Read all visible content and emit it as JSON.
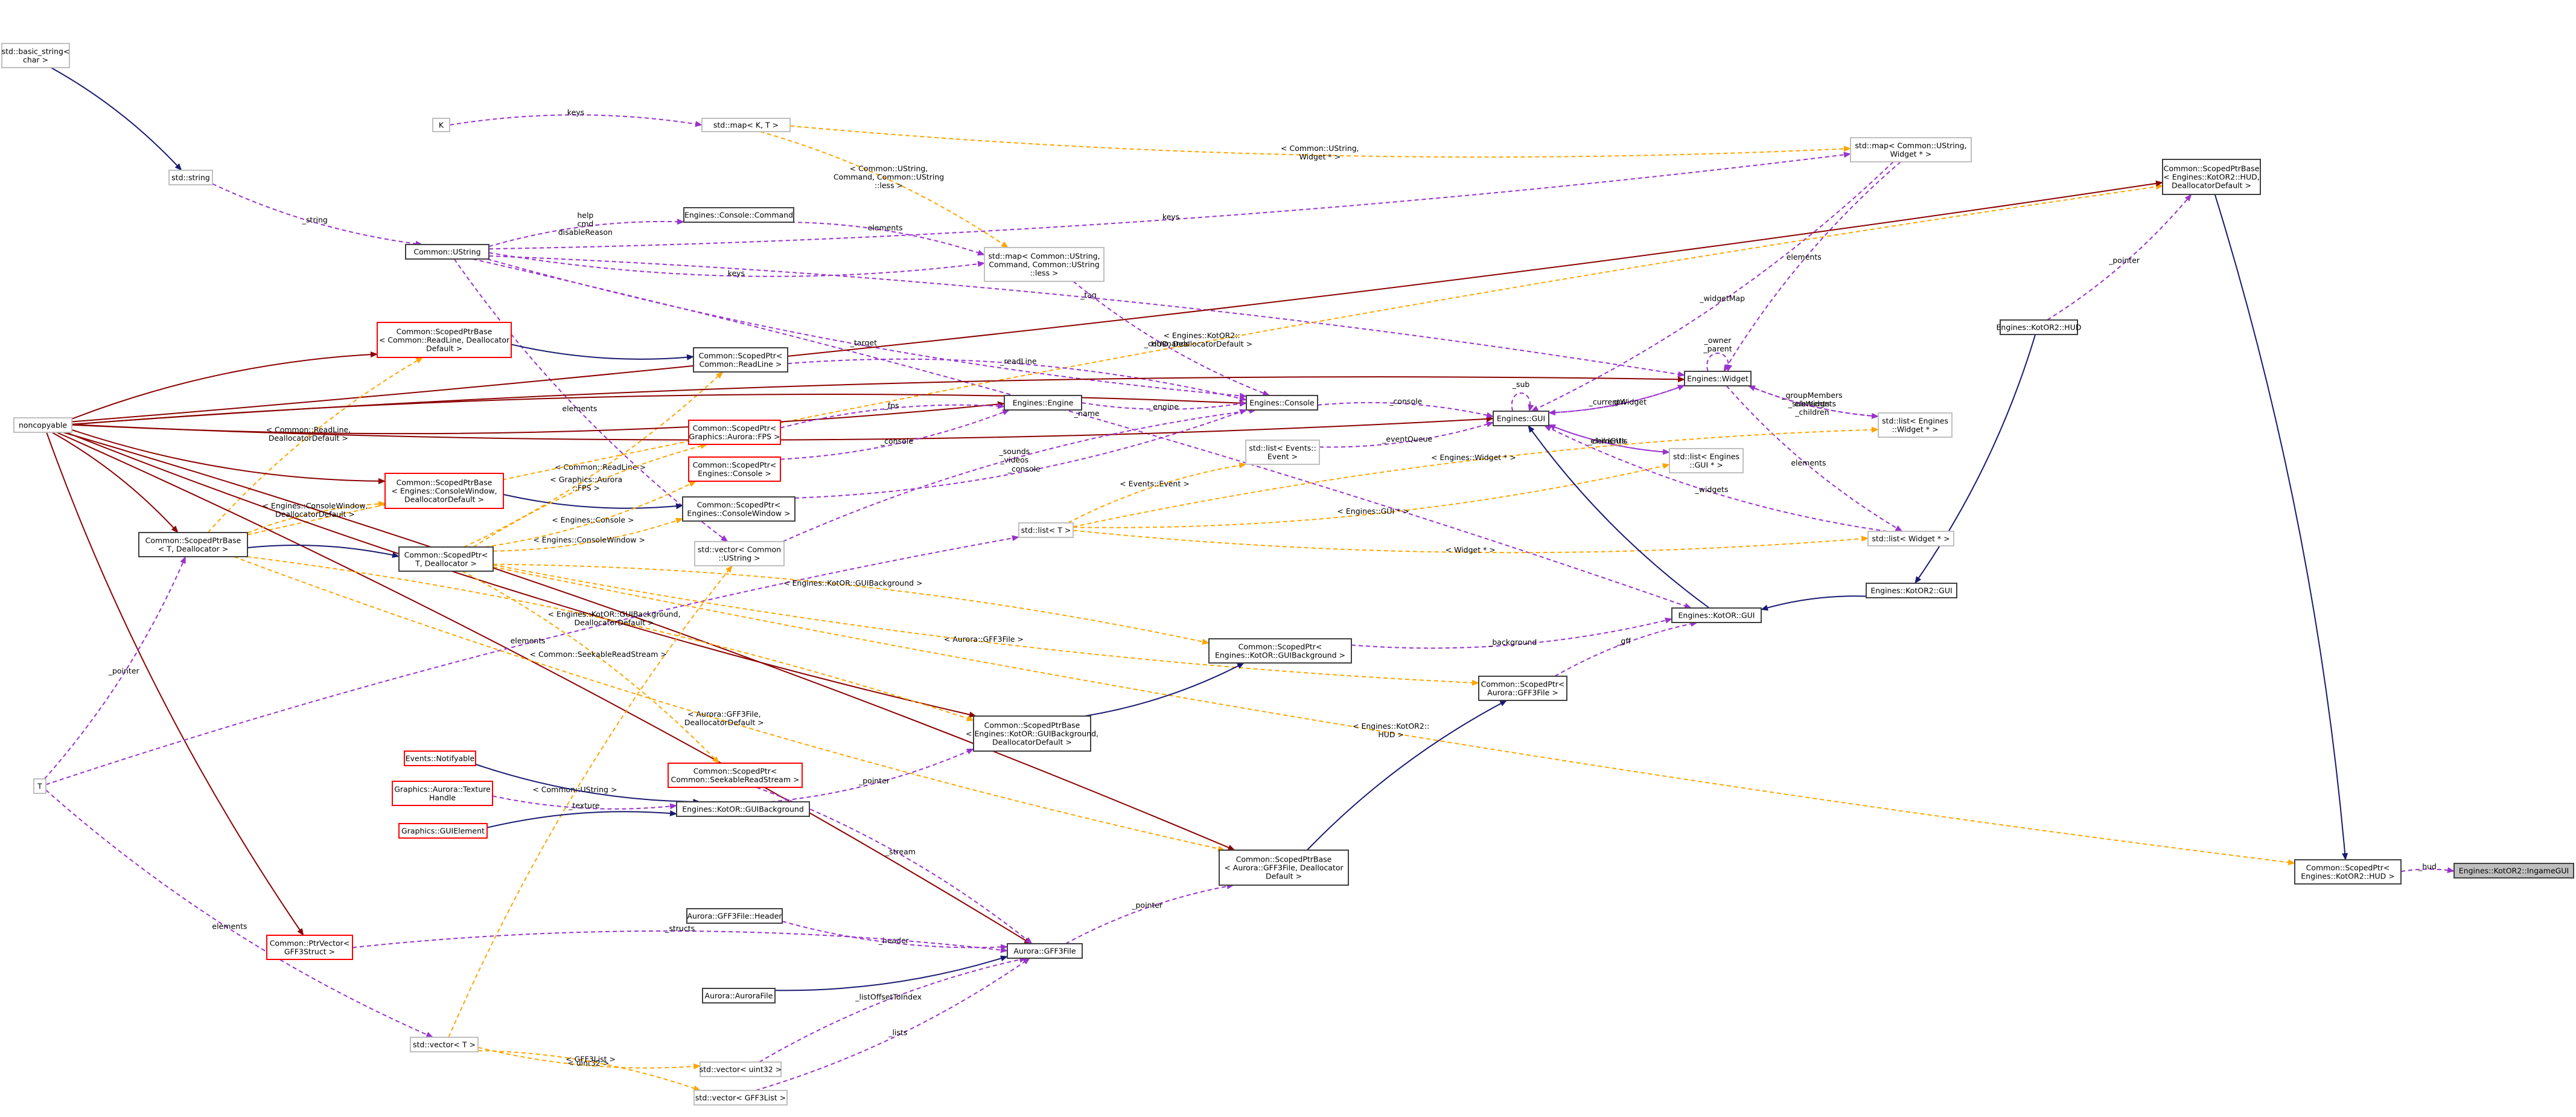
{
  "colors": {
    "node_normal": "#404040",
    "node_undocumented": "#bfbfbf",
    "node_truncated": "#ff0000",
    "node_focus_fill": "#bfbfbf",
    "edge_inherit": "#191970",
    "edge_usage": "#9a32cd",
    "edge_template": "#ffa500",
    "edge_protected": "#8b0000"
  },
  "nodes": [
    {
      "id": "basic_string",
      "lines": [
        "std::basic_string<",
        "char >"
      ],
      "style": "undoc"
    },
    {
      "id": "std_string",
      "lines": [
        "std::string"
      ],
      "style": "undoc"
    },
    {
      "id": "K",
      "lines": [
        "K"
      ],
      "style": "undoc"
    },
    {
      "id": "std_map_kt",
      "lines": [
        "std::map< K, T >"
      ],
      "style": "undoc"
    },
    {
      "id": "console_command",
      "lines": [
        "Engines::Console::Command"
      ],
      "style": "normal"
    },
    {
      "id": "ustring",
      "lines": [
        "Common::UString"
      ],
      "style": "normal"
    },
    {
      "id": "std_map_cmd",
      "lines": [
        "std::map< Common::UString,",
        "Command, Common::UString",
        "::less >"
      ],
      "style": "undoc"
    },
    {
      "id": "std_map_widget",
      "lines": [
        "std::map< Common::UString,",
        "Widget * >"
      ],
      "style": "undoc"
    },
    {
      "id": "sp_hud_base",
      "lines": [
        "Common::ScopedPtrBase",
        "< Engines::KotOR2::HUD,",
        "DeallocatorDefault >"
      ],
      "style": "normal"
    },
    {
      "id": "sp_readline_base",
      "lines": [
        "Common::ScopedPtrBase",
        "< Common::ReadLine, Deallocator",
        "Default >"
      ],
      "style": "trunc"
    },
    {
      "id": "sp_readline",
      "lines": [
        "Common::ScopedPtr<",
        "Common::ReadLine >"
      ],
      "style": "normal"
    },
    {
      "id": "noncopyable",
      "lines": [
        "noncopyable"
      ],
      "style": "undoc"
    },
    {
      "id": "engine",
      "lines": [
        "Engines::Engine"
      ],
      "style": "normal"
    },
    {
      "id": "console",
      "lines": [
        "Engines::Console"
      ],
      "style": "normal"
    },
    {
      "id": "gui",
      "lines": [
        "Engines::GUI"
      ],
      "style": "normal"
    },
    {
      "id": "widget",
      "lines": [
        "Engines::Widget"
      ],
      "style": "normal"
    },
    {
      "id": "kotor2_hud",
      "lines": [
        "Engines::KotOR2::HUD"
      ],
      "style": "normal"
    },
    {
      "id": "sp_fps",
      "lines": [
        "Common::ScopedPtr<",
        "Graphics::Aurora::FPS >"
      ],
      "style": "trunc"
    },
    {
      "id": "sp_console",
      "lines": [
        "Common::ScopedPtr<",
        "Engines::Console >"
      ],
      "style": "trunc"
    },
    {
      "id": "list_event",
      "lines": [
        "std::list< Events::",
        "Event >"
      ],
      "style": "undoc"
    },
    {
      "id": "list_gui",
      "lines": [
        "std::list< Engines",
        "::GUI * >"
      ],
      "style": "undoc"
    },
    {
      "id": "list_widgetp",
      "lines": [
        "std::list< Engines",
        "::Widget * >"
      ],
      "style": "undoc"
    },
    {
      "id": "sp_cw_base",
      "lines": [
        "Common::ScopedPtrBase",
        "< Engines::ConsoleWindow,",
        "DeallocatorDefault >"
      ],
      "style": "trunc"
    },
    {
      "id": "sp_cw",
      "lines": [
        "Common::ScopedPtr<",
        "Engines::ConsoleWindow >"
      ],
      "style": "normal"
    },
    {
      "id": "sp_base_t",
      "lines": [
        "Common::ScopedPtrBase",
        "< T, Deallocator >"
      ],
      "style": "normal"
    },
    {
      "id": "sp_t",
      "lines": [
        "Common::ScopedPtr<",
        "T, Deallocator >"
      ],
      "style": "normal"
    },
    {
      "id": "vec_ustring",
      "lines": [
        "std::vector< Common",
        "::UString >"
      ],
      "style": "undoc"
    },
    {
      "id": "list_t",
      "lines": [
        "std::list< T >"
      ],
      "style": "undoc"
    },
    {
      "id": "list_widget",
      "lines": [
        "std::list< Widget * >"
      ],
      "style": "undoc"
    },
    {
      "id": "kotor2_gui",
      "lines": [
        "Engines::KotOR2::GUI"
      ],
      "style": "normal"
    },
    {
      "id": "kotor_gui",
      "lines": [
        "Engines::KotOR::GUI"
      ],
      "style": "normal"
    },
    {
      "id": "sp_guibg",
      "lines": [
        "Common::ScopedPtr<",
        "Engines::KotOR::GUIBackground >"
      ],
      "style": "normal"
    },
    {
      "id": "sp_gff3",
      "lines": [
        "Common::ScopedPtr<",
        "Aurora::GFF3File >"
      ],
      "style": "normal"
    },
    {
      "id": "sp_guibg_base",
      "lines": [
        "Common::ScopedPtrBase",
        "< Engines::KotOR::GUIBackground,",
        "DeallocatorDefault >"
      ],
      "style": "normal"
    },
    {
      "id": "T",
      "lines": [
        "T"
      ],
      "style": "undoc"
    },
    {
      "id": "notifyable",
      "lines": [
        "Events::Notifyable"
      ],
      "style": "trunc"
    },
    {
      "id": "sp_srs",
      "lines": [
        "Common::ScopedPtr<",
        "Common::SeekableReadStream >"
      ],
      "style": "trunc"
    },
    {
      "id": "texture_handle",
      "lines": [
        "Graphics::Aurora::Texture",
        "Handle"
      ],
      "style": "trunc"
    },
    {
      "id": "guibackground",
      "lines": [
        "Engines::KotOR::GUIBackground"
      ],
      "style": "normal"
    },
    {
      "id": "guielement",
      "lines": [
        "Graphics::GUIElement"
      ],
      "style": "trunc"
    },
    {
      "id": "sp_gff3_base",
      "lines": [
        "Common::ScopedPtrBase",
        "< Aurora::GFF3File, Deallocator",
        "Default >"
      ],
      "style": "normal"
    },
    {
      "id": "sp_hud",
      "lines": [
        "Common::ScopedPtr<",
        "Engines::KotOR2::HUD >"
      ],
      "style": "normal"
    },
    {
      "id": "ingamegui",
      "lines": [
        "Engines::KotOR2::IngameGUI"
      ],
      "style": "focus"
    },
    {
      "id": "gff3_header",
      "lines": [
        "Aurora::GFF3File::Header"
      ],
      "style": "normal"
    },
    {
      "id": "ptrvector",
      "lines": [
        "Common::PtrVector<",
        "GFF3Struct >"
      ],
      "style": "trunc"
    },
    {
      "id": "gff3file",
      "lines": [
        "Aurora::GFF3File"
      ],
      "style": "normal"
    },
    {
      "id": "aurorafile",
      "lines": [
        "Aurora::AuroraFile"
      ],
      "style": "normal"
    },
    {
      "id": "vec_t",
      "lines": [
        "std::vector< T >"
      ],
      "style": "undoc"
    },
    {
      "id": "vec_uint32",
      "lines": [
        "std::vector< uint32 >"
      ],
      "style": "undoc"
    },
    {
      "id": "vec_gff3list",
      "lines": [
        "std::vector< GFF3List >"
      ],
      "style": "undoc"
    }
  ],
  "edges": [
    {
      "from": "basic_string",
      "to": "std_string",
      "kind": "inherit",
      "lines": []
    },
    {
      "from": "std_string",
      "to": "ustring",
      "kind": "usage",
      "lines": [
        "_string"
      ]
    },
    {
      "from": "K",
      "to": "std_map_kt",
      "kind": "usage",
      "lines": [
        "keys"
      ]
    },
    {
      "from": "ustring",
      "to": "std_map_widget",
      "kind": "usage",
      "lines": [
        "keys"
      ]
    },
    {
      "from": "ustring",
      "to": "console_command",
      "kind": "usage",
      "lines": [
        "help",
        "cmd",
        "disableReason"
      ]
    },
    {
      "from": "ustring",
      "to": "std_map_cmd",
      "kind": "usage",
      "lines": [
        "keys"
      ]
    },
    {
      "from": "ustring",
      "to": "widget",
      "kind": "usage",
      "lines": [
        "_tag"
      ]
    },
    {
      "from": "ustring",
      "to": "console",
      "kind": "usage",
      "lines": [
        "_target"
      ]
    },
    {
      "from": "ustring",
      "to": "kotor_gui",
      "kind": "usage",
      "lines": [
        "_name"
      ]
    },
    {
      "from": "ustring",
      "to": "vec_ustring",
      "kind": "usage",
      "lines": [
        "elements"
      ]
    },
    {
      "from": "std_map_kt",
      "to": "std_map_cmd",
      "kind": "template",
      "lines": [
        "< Common::UString,",
        "Command, Common::UString",
        "::less >"
      ]
    },
    {
      "from": "std_map_kt",
      "to": "std_map_widget",
      "kind": "template",
      "lines": [
        "< Common::UString,",
        "Widget * >"
      ]
    },
    {
      "from": "console_command",
      "to": "std_map_cmd",
      "kind": "usage",
      "lines": [
        "elements"
      ]
    },
    {
      "from": "std_map_cmd",
      "to": "console",
      "kind": "usage",
      "lines": [
        "_commands"
      ]
    },
    {
      "from": "std_map_widget",
      "to": "gui",
      "kind": "usage",
      "lines": [
        "_widgetMap"
      ]
    },
    {
      "from": "std_map_widget",
      "to": "widget",
      "kind": "usage",
      "lines": [
        "elements"
      ]
    },
    {
      "from": "sp_base_t",
      "to": "sp_hud_base",
      "kind": "template",
      "lines": [
        "< Engines::KotOR2::",
        "HUD, DeallocatorDefault >"
      ]
    },
    {
      "from": "noncopyable",
      "to": "sp_hud_base",
      "kind": "protected",
      "lines": []
    },
    {
      "from": "sp_hud_base",
      "to": "sp_hud",
      "kind": "inherit",
      "lines": []
    },
    {
      "from": "kotor2_hud",
      "to": "sp_hud_base",
      "kind": "usage",
      "lines": [
        "_pointer"
      ]
    },
    {
      "from": "noncopyable",
      "to": "sp_readline_base",
      "kind": "protected",
      "lines": []
    },
    {
      "from": "sp_readline_base",
      "to": "sp_readline",
      "kind": "inherit",
      "lines": []
    },
    {
      "from": "sp_base_t",
      "to": "sp_readline_base",
      "kind": "template",
      "lines": [
        "< Common::ReadLine,",
        "DeallocatorDefault >"
      ]
    },
    {
      "from": "sp_t",
      "to": "sp_readline",
      "kind": "template",
      "lines": [
        "< Common::ReadLine >"
      ]
    },
    {
      "from": "sp_readline",
      "to": "console",
      "kind": "usage",
      "lines": [
        "_readLine"
      ]
    },
    {
      "from": "noncopyable",
      "to": "engine",
      "kind": "protected",
      "lines": []
    },
    {
      "from": "noncopyable",
      "to": "console",
      "kind": "protected",
      "lines": []
    },
    {
      "from": "noncopyable",
      "to": "gui",
      "kind": "protected",
      "lines": []
    },
    {
      "from": "noncopyable",
      "to": "widget",
      "kind": "protected",
      "lines": []
    },
    {
      "from": "noncopyable",
      "to": "sp_cw_base",
      "kind": "protected",
      "lines": []
    },
    {
      "from": "noncopyable",
      "to": "sp_base_t",
      "kind": "protected",
      "lines": []
    },
    {
      "from": "noncopyable",
      "to": "sp_guibg_base",
      "kind": "protected",
      "lines": []
    },
    {
      "from": "noncopyable",
      "to": "sp_gff3_base",
      "kind": "protected",
      "lines": []
    },
    {
      "from": "noncopyable",
      "to": "ptrvector",
      "kind": "protected",
      "lines": []
    },
    {
      "from": "noncopyable",
      "to": "gff3file",
      "kind": "protected",
      "lines": []
    },
    {
      "from": "engine",
      "to": "console",
      "kind": "usage",
      "lines": [
        "_engine"
      ]
    },
    {
      "from": "sp_fps",
      "to": "engine",
      "kind": "usage",
      "lines": [
        "_fps"
      ]
    },
    {
      "from": "sp_console",
      "to": "engine",
      "kind": "usage",
      "lines": [
        "_console"
      ]
    },
    {
      "from": "console",
      "to": "gui",
      "kind": "usage",
      "lines": [
        "_console"
      ]
    },
    {
      "from": "sp_cw",
      "to": "console",
      "kind": "usage",
      "lines": [
        "_console"
      ]
    },
    {
      "from": "vec_ustring",
      "to": "console",
      "kind": "usage",
      "lines": [
        "_sounds",
        "_videos"
      ]
    },
    {
      "from": "list_event",
      "to": "gui",
      "kind": "usage",
      "lines": [
        "_eventQueue"
      ]
    },
    {
      "from": "gui",
      "to": "gui",
      "kind": "usage",
      "lines": [
        "_sub"
      ]
    },
    {
      "from": "gui",
      "to": "widget",
      "kind": "usage",
      "lines": [
        "_gui"
      ]
    },
    {
      "from": "widget",
      "to": "gui",
      "kind": "usage",
      "lines": [
        "_currentWidget"
      ]
    },
    {
      "from": "widget",
      "to": "widget",
      "kind": "usage",
      "lines": [
        "_owner",
        "_parent"
      ]
    },
    {
      "from": "list_gui",
      "to": "gui",
      "kind": "usage",
      "lines": [
        "_childGUIs"
      ]
    },
    {
      "from": "gui",
      "to": "list_gui",
      "kind": "usage",
      "lines": [
        "elements"
      ]
    },
    {
      "from": "list_widgetp",
      "to": "widget",
      "kind": "usage",
      "lines": [
        "_groupMembers",
        "_subWidgets",
        "_children"
      ]
    },
    {
      "from": "widget",
      "to": "list_widgetp",
      "kind": "usage",
      "lines": [
        "elements"
      ]
    },
    {
      "from": "list_widget",
      "to": "gui",
      "kind": "usage",
      "lines": [
        "_widgets"
      ]
    },
    {
      "from": "widget",
      "to": "list_widget",
      "kind": "usage",
      "lines": [
        "elements"
      ]
    },
    {
      "from": "list_t",
      "to": "list_event",
      "kind": "template",
      "lines": [
        "< Events::Event >"
      ]
    },
    {
      "from": "list_t",
      "to": "list_gui",
      "kind": "template",
      "lines": [
        "< Engines::GUI * >"
      ]
    },
    {
      "from": "list_t",
      "to": "list_widgetp",
      "kind": "template",
      "lines": [
        "< Engines::Widget * >"
      ]
    },
    {
      "from": "list_t",
      "to": "list_widget",
      "kind": "template",
      "lines": [
        "< Widget * >"
      ]
    },
    {
      "from": "T",
      "to": "list_t",
      "kind": "usage",
      "lines": [
        "elements"
      ]
    },
    {
      "from": "sp_cw_base",
      "to": "sp_cw",
      "kind": "inherit",
      "lines": []
    },
    {
      "from": "sp_base_t",
      "to": "sp_cw_base",
      "kind": "template",
      "lines": [
        "< Engines::ConsoleWindow,",
        "DeallocatorDefault >"
      ]
    },
    {
      "from": "sp_t",
      "to": "sp_cw",
      "kind": "template",
      "lines": [
        "< Engines::ConsoleWindow >"
      ]
    },
    {
      "from": "sp_base_t",
      "to": "sp_t",
      "kind": "inherit",
      "lines": []
    },
    {
      "from": "T",
      "to": "sp_base_t",
      "kind": "usage",
      "lines": [
        "_pointer"
      ]
    },
    {
      "from": "sp_t",
      "to": "sp_fps",
      "kind": "template",
      "lines": [
        "< Graphics::Aurora",
        "::FPS >"
      ]
    },
    {
      "from": "sp_t",
      "to": "sp_console",
      "kind": "template",
      "lines": [
        "< Engines::Console >"
      ]
    },
    {
      "from": "sp_t",
      "to": "sp_guibg",
      "kind": "template",
      "lines": [
        "< Engines::KotOR::GUIBackground >"
      ]
    },
    {
      "from": "sp_t",
      "to": "sp_gff3",
      "kind": "template",
      "lines": [
        "< Aurora::GFF3File >"
      ]
    },
    {
      "from": "sp_t",
      "to": "sp_srs",
      "kind": "template",
      "lines": [
        "< Common::SeekableReadStream >"
      ]
    },
    {
      "from": "sp_t",
      "to": "sp_hud",
      "kind": "template",
      "lines": [
        "< Engines::KotOR2::",
        "HUD >"
      ]
    },
    {
      "from": "vec_t",
      "to": "vec_ustring",
      "kind": "template",
      "lines": [
        "< Common::UString >"
      ]
    },
    {
      "from": "vec_t",
      "to": "vec_uint32",
      "kind": "template",
      "lines": [
        "< uint32 >"
      ]
    },
    {
      "from": "vec_t",
      "to": "vec_gff3list",
      "kind": "template",
      "lines": [
        "< GFF3List >"
      ]
    },
    {
      "from": "T",
      "to": "vec_t",
      "kind": "usage",
      "lines": [
        "elements"
      ]
    },
    {
      "from": "kotor2_hud",
      "to": "kotor2_gui",
      "kind": "inherit",
      "lines": []
    },
    {
      "from": "kotor2_gui",
      "to": "kotor_gui",
      "kind": "inherit",
      "lines": []
    },
    {
      "from": "kotor_gui",
      "to": "gui",
      "kind": "inherit",
      "lines": []
    },
    {
      "from": "sp_guibg",
      "to": "kotor_gui",
      "kind": "usage",
      "lines": [
        "_background"
      ]
    },
    {
      "from": "sp_gff3",
      "to": "kotor_gui",
      "kind": "usage",
      "lines": [
        "_gff"
      ]
    },
    {
      "from": "sp_guibg_base",
      "to": "sp_guibg",
      "kind": "inherit",
      "lines": []
    },
    {
      "from": "sp_base_t",
      "to": "sp_guibg_base",
      "kind": "template",
      "lines": [
        "< Engines::KotOR::GUIBackground,",
        "DeallocatorDefault >"
      ]
    },
    {
      "from": "guibackground",
      "to": "sp_guibg_base",
      "kind": "usage",
      "lines": [
        "_pointer"
      ]
    },
    {
      "from": "sp_gff3_base",
      "to": "sp_gff3",
      "kind": "inherit",
      "lines": []
    },
    {
      "from": "sp_base_t",
      "to": "sp_gff3_base",
      "kind": "template",
      "lines": [
        "< Aurora::GFF3File,",
        "DeallocatorDefault >"
      ]
    },
    {
      "from": "gff3file",
      "to": "sp_gff3_base",
      "kind": "usage",
      "lines": [
        "_pointer"
      ]
    },
    {
      "from": "notifyable",
      "to": "guibackground",
      "kind": "inherit",
      "lines": []
    },
    {
      "from": "guielement",
      "to": "guibackground",
      "kind": "inherit",
      "lines": []
    },
    {
      "from": "texture_handle",
      "to": "guibackground",
      "kind": "usage",
      "lines": [
        "_texture"
      ]
    },
    {
      "from": "sp_srs",
      "to": "gff3file",
      "kind": "usage",
      "lines": [
        "_stream"
      ]
    },
    {
      "from": "gff3_header",
      "to": "gff3file",
      "kind": "usage",
      "lines": [
        "_header"
      ]
    },
    {
      "from": "ptrvector",
      "to": "gff3file",
      "kind": "usage",
      "lines": [
        "_structs"
      ]
    },
    {
      "from": "aurorafile",
      "to": "gff3file",
      "kind": "inherit",
      "lines": []
    },
    {
      "from": "vec_uint32",
      "to": "gff3file",
      "kind": "usage",
      "lines": [
        "_listOffsetToIndex"
      ]
    },
    {
      "from": "vec_gff3list",
      "to": "gff3file",
      "kind": "usage",
      "lines": [
        "_lists"
      ]
    },
    {
      "from": "sp_hud",
      "to": "ingamegui",
      "kind": "usage",
      "lines": [
        "_hud"
      ]
    }
  ]
}
